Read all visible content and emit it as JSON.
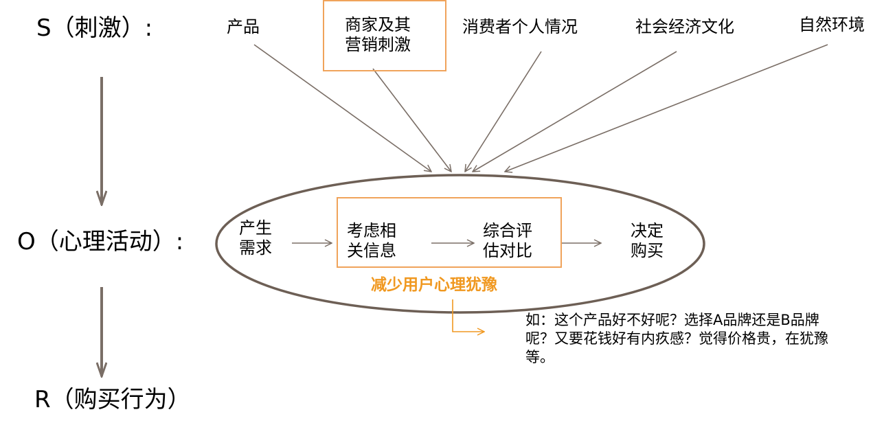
{
  "levels": {
    "s": "S（刺激）:",
    "o": "O（心理活动）:",
    "r": "R（购买行为）"
  },
  "stimuli": {
    "product": "产品",
    "merchant": "商家及其\n营销刺激",
    "consumer": "消费者个人情况",
    "socio": "社会经济文化",
    "nature": "自然环境"
  },
  "process": {
    "need": "产生\n需求",
    "consider": "考虑相\n关信息",
    "evaluate": "综合评\n估对比",
    "decide": "决定\n购买"
  },
  "highlight": "减少用户心理犹豫",
  "note": "如：这个产品好不好呢？选择A品牌还是B品牌呢？又要花钱好有内疚感？觉得价格贵，在犹豫等。",
  "colors": {
    "arrow": "#7a6e66",
    "accent": "#f09820",
    "box_border": "#f0a35a",
    "ellipse": "#6d5f55"
  }
}
